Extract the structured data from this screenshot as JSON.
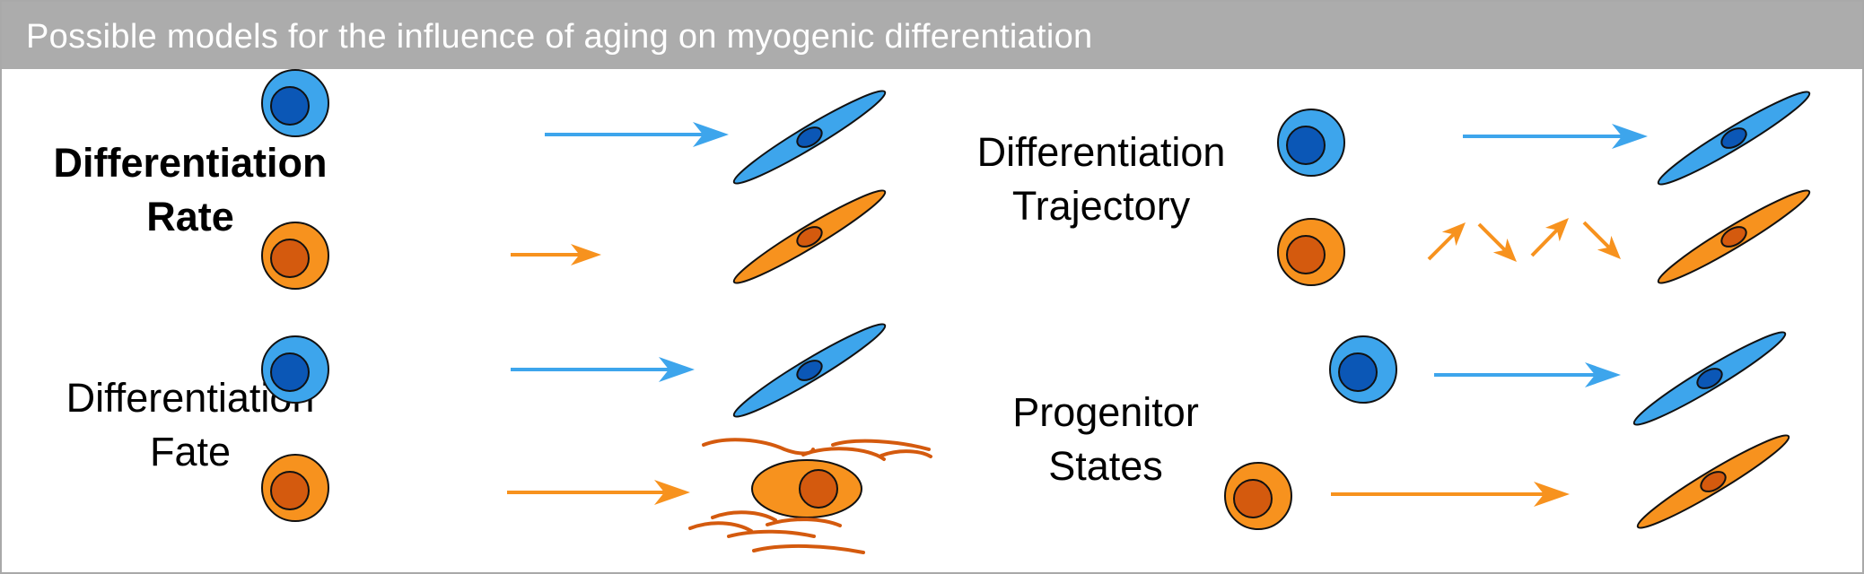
{
  "header": {
    "title": "Possible models for the influence of aging on myogenic differentiation"
  },
  "colors": {
    "young_cell": "#3da5ec",
    "young_nucleus": "#0b57b6",
    "aged_cell": "#f7921e",
    "aged_nucleus": "#d45a0e",
    "header_bg": "#acacac",
    "outline": "#111111"
  },
  "panels": {
    "rate": {
      "line1": "Differentiation",
      "line2": "Rate"
    },
    "trajectory": {
      "line1": "Differentiation",
      "line2": "Trajectory"
    },
    "fate": {
      "line1": "Differentiation",
      "line2": "Fate"
    },
    "progenitor": {
      "line1": "Progenitor",
      "line2": "States"
    }
  }
}
